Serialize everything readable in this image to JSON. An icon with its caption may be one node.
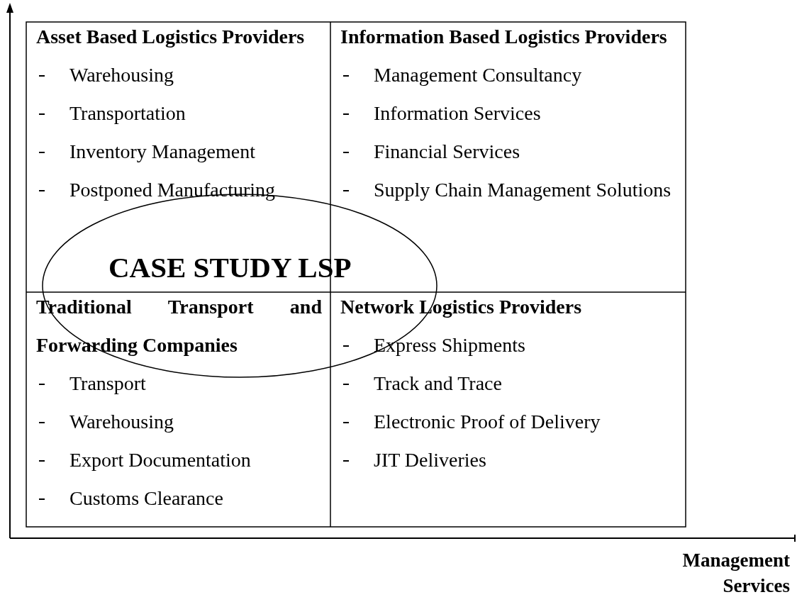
{
  "diagram": {
    "nodes": [
      {
        "text": [
          "Asset Based Logistics Providers",
          "Warehousing",
          "Transportation",
          "Inventory Management",
          "Postponed Manufacturing"
        ]
      },
      {
        "text": [
          "Information Based Logistics Providers",
          "Management Consultancy",
          "Information Services",
          "Financial Services",
          "Supply Chain Management Solutions"
        ]
      },
      {
        "text": [
          "Traditional Transport and Forwarding Companies",
          "Transport",
          "Warehousing",
          "Export Documentation",
          "Customs Clearance"
        ]
      },
      {
        "text": [
          "Network Logistics Providers",
          "Express Shipments",
          "Track and Trace",
          "Electronic Proof of Delivery",
          "JIT Deliveries"
        ]
      },
      {
        "text": [
          "CASE STUDY LSP"
        ]
      }
    ],
    "labels": [
      "Management Services"
    ]
  }
}
